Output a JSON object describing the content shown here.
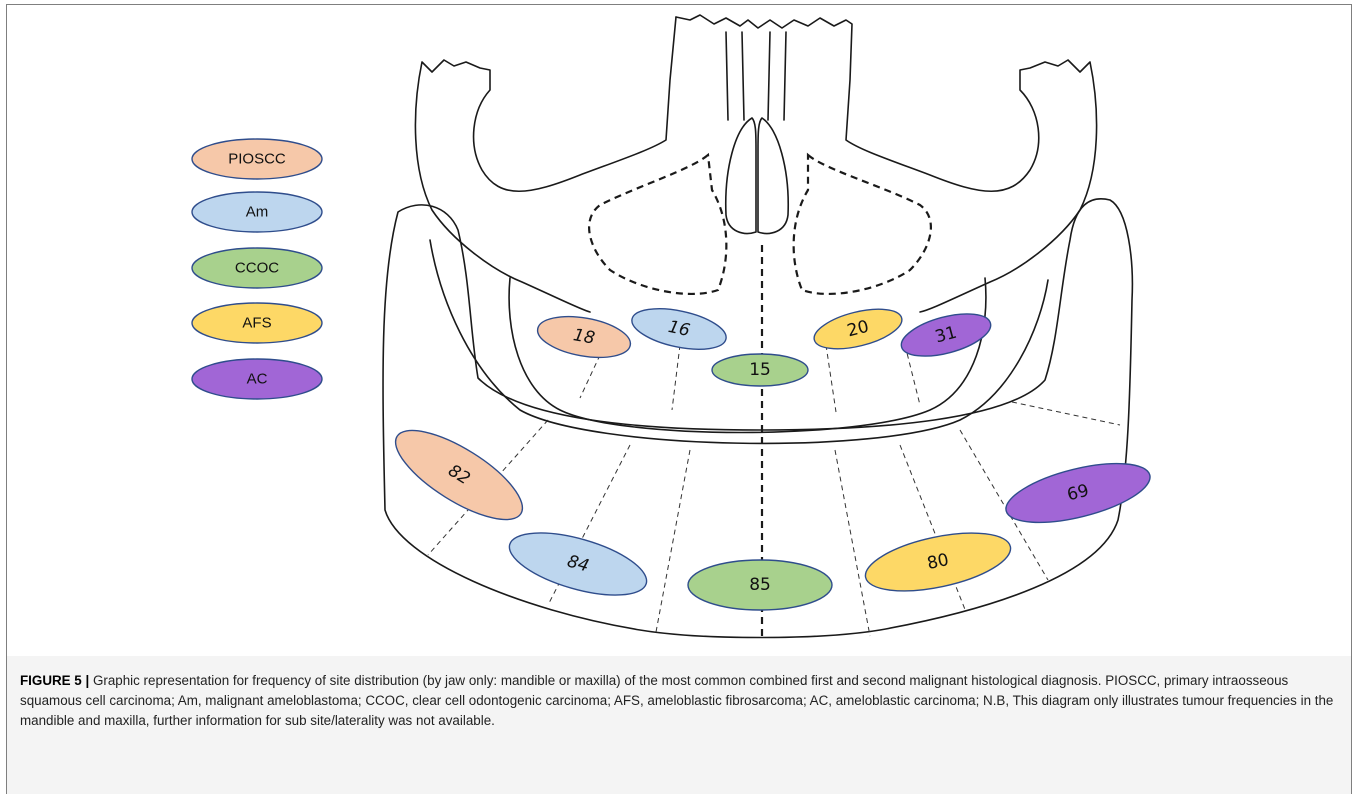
{
  "legend": [
    {
      "label": "PIOSCC",
      "color": "#f6c8a9"
    },
    {
      "label": "Am",
      "color": "#bdd6ee"
    },
    {
      "label": "CCOC",
      "color": "#a8d18d"
    },
    {
      "label": "AFS",
      "color": "#fdd866"
    },
    {
      "label": "AC",
      "color": "#a166d6"
    }
  ],
  "frequencies": [
    {
      "value": "18",
      "region": "maxilla",
      "category": "PIOSCC",
      "color": "#f6c8a9"
    },
    {
      "value": "16",
      "region": "maxilla",
      "category": "Am",
      "color": "#bdd6ee"
    },
    {
      "value": "15",
      "region": "maxilla",
      "category": "CCOC",
      "color": "#a8d18d"
    },
    {
      "value": "20",
      "region": "maxilla",
      "category": "AFS",
      "color": "#fdd866"
    },
    {
      "value": "31",
      "region": "maxilla",
      "category": "AC",
      "color": "#a166d6"
    },
    {
      "value": "82",
      "region": "mandible",
      "category": "PIOSCC",
      "color": "#f6c8a9"
    },
    {
      "value": "84",
      "region": "mandible",
      "category": "Am",
      "color": "#bdd6ee"
    },
    {
      "value": "85",
      "region": "mandible",
      "category": "CCOC",
      "color": "#a8d18d"
    },
    {
      "value": "80",
      "region": "mandible",
      "category": "AFS",
      "color": "#fdd866"
    },
    {
      "value": "69",
      "region": "mandible",
      "category": "AC",
      "color": "#a166d6"
    }
  ],
  "caption": {
    "label": "FIGURE 5 |",
    "text": " Graphic representation for frequency of site distribution (by jaw only: mandible or maxilla) of the most common combined first and second malignant histological diagnosis. PIOSCC, primary intraosseous squamous cell carcinoma; Am, malignant ameloblastoma; CCOC, clear cell odontogenic carcinoma; AFS, ameloblastic fibrosarcoma; AC, ameloblastic carcinoma; N.B, This diagram only illustrates tumour frequencies in the mandible and maxilla, further information for sub site/laterality was not available."
  }
}
